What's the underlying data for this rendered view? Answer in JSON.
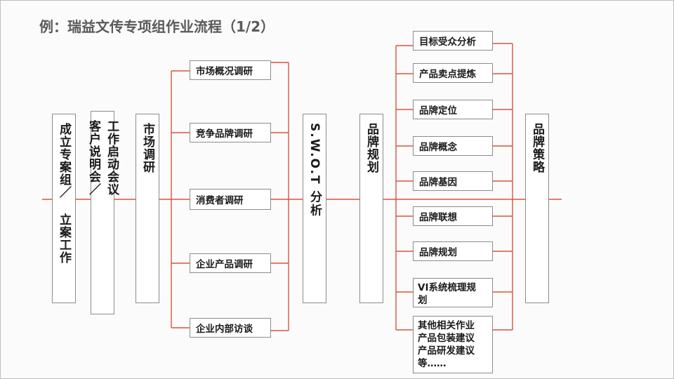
{
  "title": "例：瑞益文传专项组作业流程（1/2）",
  "stages": {
    "s1": "成立专案组／ 立案工作",
    "s2a": "客户说明会／",
    "s2b": "工作启动会议",
    "s3": "市场调研",
    "s5": "S.W.O.T 分析",
    "s6": "品牌规划",
    "s8": "品牌策略"
  },
  "research": [
    "市场概况调研",
    "竞争品牌调研",
    "消费者调研",
    "企业产品调研",
    "企业内部访谈"
  ],
  "planning": [
    "目标受众分析",
    "产品卖点提炼",
    "品牌定位",
    "品牌概念",
    "品牌基因",
    "品牌联想",
    "品牌规划",
    "VI系统梳理规",
    "划"
  ],
  "planning_last": [
    "其他相关作业",
    "产品包装建议",
    "产品研发建议",
    "等……"
  ],
  "colors": {
    "connector": "#d9553d",
    "border": "#8c8c8c",
    "title": "#5a5a5a"
  }
}
